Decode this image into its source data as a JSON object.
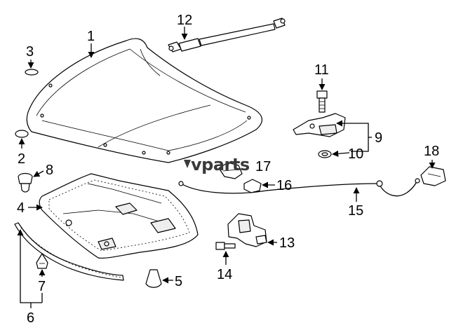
{
  "watermark": "vparts",
  "callouts": {
    "c1": "1",
    "c2": "2",
    "c3": "3",
    "c4": "4",
    "c5": "5",
    "c6": "6",
    "c7": "7",
    "c8": "8",
    "c9": "9",
    "c10": "10",
    "c11": "11",
    "c12": "12",
    "c13": "13",
    "c14": "14",
    "c15": "15",
    "c16": "16",
    "c17": "17",
    "c18": "18"
  },
  "colors": {
    "line": "#000000",
    "background": "#ffffff",
    "watermark": "#3a3a3a"
  },
  "icons": {
    "watermark_mark": "vparts-logo-icon"
  }
}
